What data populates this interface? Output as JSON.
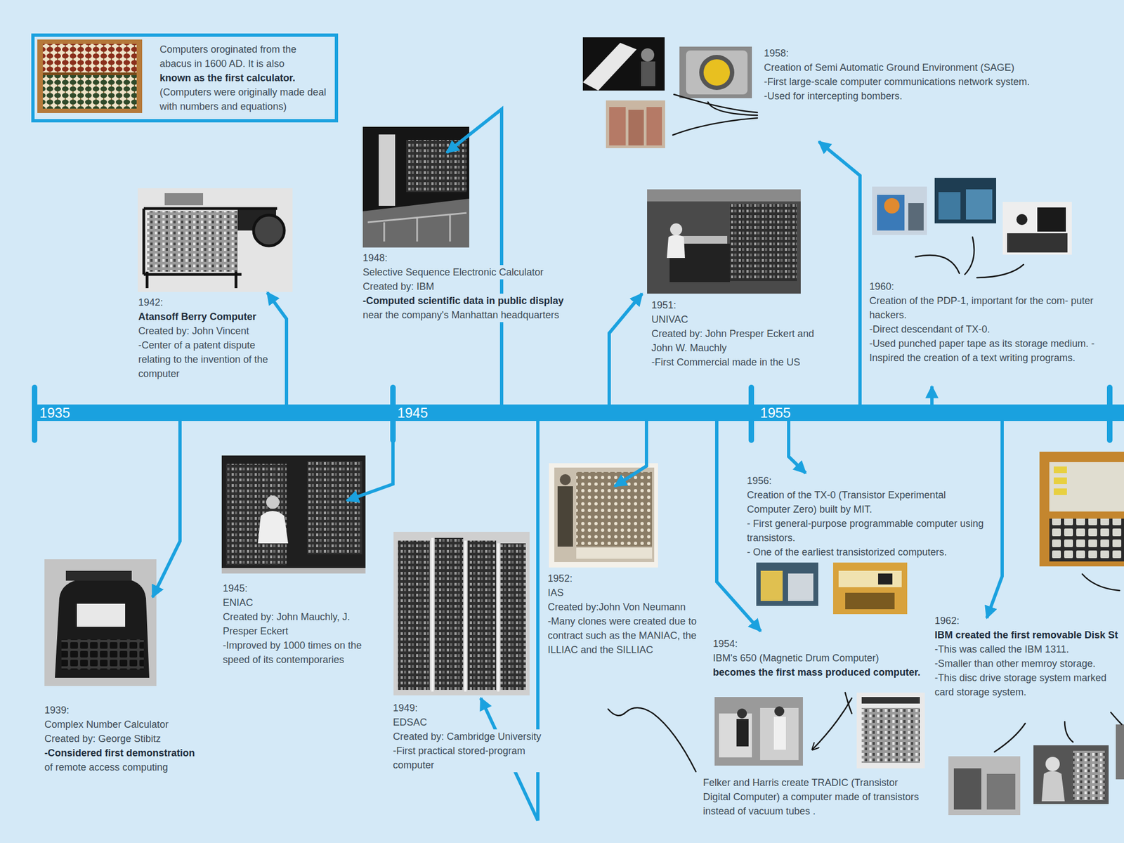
{
  "diagram": {
    "nodes": [
      {
        "text": [
          "Computers oroginated from the abacus in 1600 AD. It is also",
          "known as the first calculator.",
          "(Computers were originally made deal with numbers and equations)"
        ]
      },
      {
        "text": [
          "1935",
          "1945",
          "1955"
        ]
      }
    ],
    "labels": [
      "1939:",
      "Complex Number Calculator",
      "Created by: George Stibitz",
      "-Considered first demonstration",
      "of remote access computing",
      "1942:",
      "Atansoff Berry Computer",
      "Created by: John Vincent",
      "-Center of a patent dispute relating to the invention of the computer",
      "1945:",
      "ENIAC",
      "Created by: John Mauchly, J. Presper Eckert",
      "-Improved by 1000 times on the speed of its contemporaries",
      "1948:",
      "Selective Sequence Electronic Calculator",
      "Created by: IBM",
      "-Computed scientific data in public display",
      "near the company's Manhattan headquarters",
      "1949:",
      "EDSAC",
      "Created by: Cambridge University",
      "-First practical stored-program computer",
      "1951:",
      "UNIVAC",
      "Created by: John Presper Eckert and John W. Mauchly",
      "-First Commercial made in the US",
      "1952:",
      "IAS",
      "Created by:John Von Neumann",
      "-Many clones were created due to contract such as the MANIAC, the ILLIAC and the SILLIAC",
      "1954:",
      "IBM's 650 (Magnetic Drum Computer)",
      "becomes the first mass produced computer.",
      "Felker and Harris create TRADIC (Transistor Digital Computer) a computer made of transistors instead of vacuum tubes .",
      "1956:",
      "Creation of the TX-0 (Transistor Experimental Computer Zero) built by MIT.",
      "- First general-purpose programmable computer using transistors.",
      "- One of the earliest transistorized computers.",
      "1958:",
      "Creation of Semi Automatic Ground Environment (SAGE)",
      "-First large-scale computer communications network system.",
      "-Used for intercepting bombers.",
      "1960:",
      "Creation of the PDP-1, important for the com- puter hackers.",
      "-Direct descendant of TX-0.",
      "-Used punched paper tape as its storage medium. -Inspired the creation of a text writing programs.",
      "1962:",
      "IBM created the first removable Disk St",
      "-This was called the IBM 1311.",
      "-Smaller than other memroy storage.",
      "-This disc drive storage system marked card storage system."
    ]
  }
}
